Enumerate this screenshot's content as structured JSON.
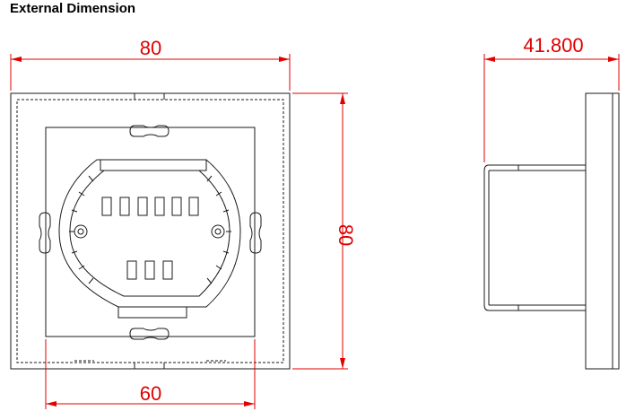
{
  "title": "External Dimension",
  "colors": {
    "outline": "#1a1a1a",
    "dimension": "#e00000",
    "background": "#ffffff"
  },
  "dimensions": {
    "front_width": "80",
    "front_height": "80",
    "inner_width": "60",
    "side_depth": "41.800"
  },
  "views": [
    "front-view",
    "side-view"
  ]
}
